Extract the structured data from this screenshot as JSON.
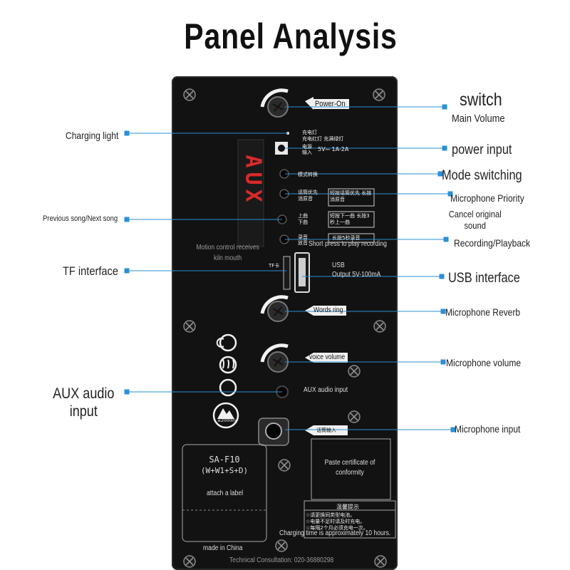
{
  "title": "Panel Analysis",
  "colors": {
    "leader": "#2a8fd6",
    "panel": "#121212",
    "display": "#d92a2a"
  },
  "callouts_right": {
    "switch": "switch",
    "main_volume": "Main Volume",
    "power_input": "power input",
    "mode_switching": "Mode switching",
    "microphone_priority": "Microphone Priority",
    "cancel_original_sound": "Cancel original sound",
    "recording_playback": "Recording/Playback",
    "usb_interface": "USB interface",
    "microphone_reverb": "Microphone Reverb",
    "microphone_volume": "Microphone volume",
    "microphone_input": "Microphone input"
  },
  "callouts_left": {
    "charging_light": "Charging light",
    "prev_next": "Previous song/Next song",
    "tf_interface": "TF interface",
    "aux_audio_input": "AUX audio input"
  },
  "panel_text": {
    "power_on": "Power-On",
    "main_volume_small": "Main Volume",
    "charging_light_cn": "充电灯",
    "charging_status_cn": "充电红灯 充满绿灯",
    "power_cn": "电源 输入",
    "power_spec": "5V⎓ 1A-2A",
    "mode_cn": "模式转换",
    "mic_priority_cn": "话筒优先 消原音",
    "mic_priority_box": "短按话筒优先 长按消原音",
    "prev_next_cn": "上曲 下曲",
    "prev_next_box": "短按下一曲 长按3秒上一曲",
    "record_cn": "录音 放音",
    "record_box": "长按5秒录音",
    "short_press_record": "Short press to play recording",
    "display_aux": "AUX",
    "motion_control": "Motion control receives kiln mouth",
    "tf_label": "TF卡",
    "usb_label": "USB",
    "usb_output": "Output 5V-100mA",
    "words_ring": "Words ring",
    "voice_volume": "voice volume",
    "aux_audio_input_small": "AUX audio input",
    "mic_input_cn": "话筒输入",
    "altitude_badge": "≤2000m",
    "model": "SA-F10",
    "model_config": "(W+W1+S+D)",
    "attach_label": "attach a label",
    "paste_certificate": "Paste certificate of conformity",
    "warm_tips_cn": "温馨提示",
    "tip1_cn": "☆请更换同类型电池。",
    "tip2_cn": "☆电量不足时请及时充电。",
    "tip3_cn": "☆每隔2个月必须充电一次。",
    "charging_time": "Charging time is approximately 10 hours.",
    "made_in_china": "made in China",
    "technical_consultation": "Technical Consultation: 020-36880298"
  }
}
